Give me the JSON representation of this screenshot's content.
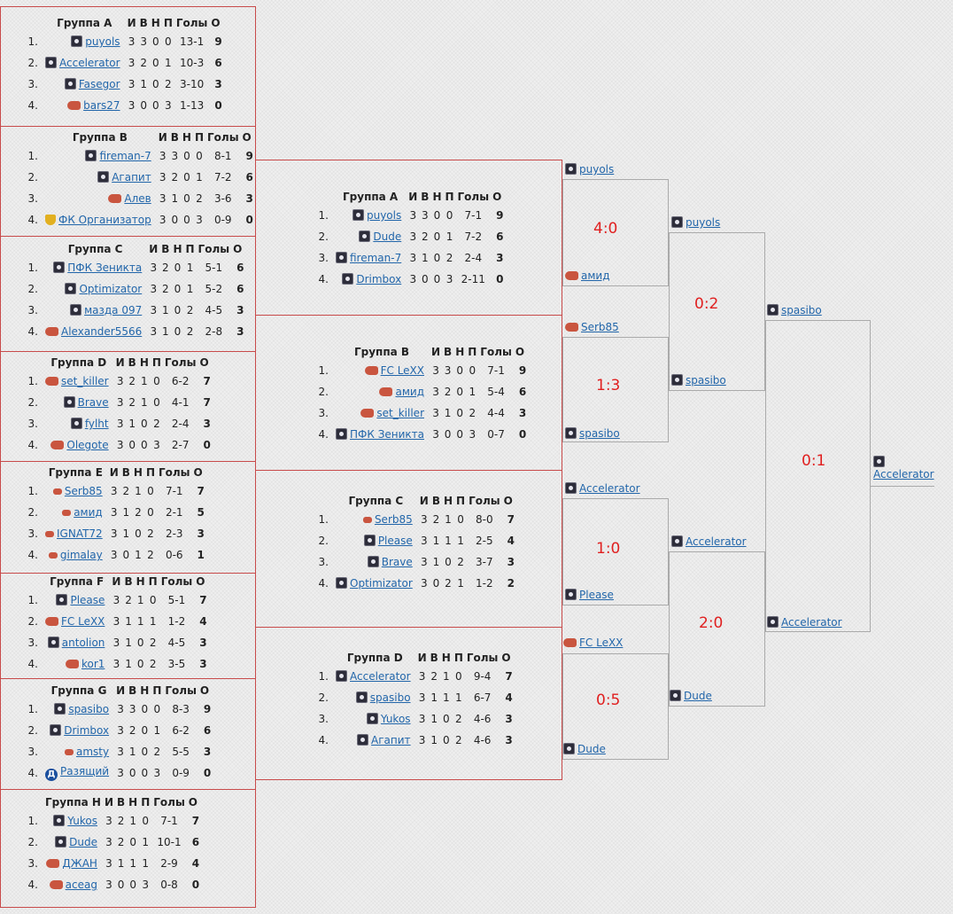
{
  "headers": {
    "pos": "",
    "team": "",
    "played": "И",
    "won": "В",
    "drawn": "Н",
    "lost": "П",
    "goals": "Голы",
    "points": "О"
  },
  "left_groups": [
    {
      "name": "Группа A",
      "rows": [
        {
          "pos": "1.",
          "icon": "ball",
          "team": "puyols",
          "p": "3",
          "w": "3",
          "d": "0",
          "l": "0",
          "g": "13-1",
          "pts": "9"
        },
        {
          "pos": "2.",
          "icon": "ball",
          "team": "Accelerator",
          "p": "3",
          "w": "2",
          "d": "0",
          "l": "1",
          "g": "10-3",
          "pts": "6"
        },
        {
          "pos": "3.",
          "icon": "ball",
          "team": "Fasegor",
          "p": "3",
          "w": "1",
          "d": "0",
          "l": "2",
          "g": "3-10",
          "pts": "3"
        },
        {
          "pos": "4.",
          "icon": "fist",
          "team": "bars27",
          "p": "3",
          "w": "0",
          "d": "0",
          "l": "3",
          "g": "1-13",
          "pts": "0"
        }
      ]
    },
    {
      "name": "Группа B",
      "rows": [
        {
          "pos": "1.",
          "icon": "ball",
          "team": "fireman-7",
          "p": "3",
          "w": "3",
          "d": "0",
          "l": "0",
          "g": "8-1",
          "pts": "9"
        },
        {
          "pos": "2.",
          "icon": "ball",
          "team": "Агапит",
          "p": "3",
          "w": "2",
          "d": "0",
          "l": "1",
          "g": "7-2",
          "pts": "6"
        },
        {
          "pos": "3.",
          "icon": "fist",
          "team": "Алев",
          "p": "3",
          "w": "1",
          "d": "0",
          "l": "2",
          "g": "3-6",
          "pts": "3"
        },
        {
          "pos": "4.",
          "icon": "trophy",
          "team": "ФК Организатор",
          "p": "3",
          "w": "0",
          "d": "0",
          "l": "3",
          "g": "0-9",
          "pts": "0"
        }
      ]
    },
    {
      "name": "Группа C",
      "rows": [
        {
          "pos": "1.",
          "icon": "ball",
          "team": "ПФК Зеникта",
          "p": "3",
          "w": "2",
          "d": "0",
          "l": "1",
          "g": "5-1",
          "pts": "6"
        },
        {
          "pos": "2.",
          "icon": "ball",
          "team": "Optimizator",
          "p": "3",
          "w": "2",
          "d": "0",
          "l": "1",
          "g": "5-2",
          "pts": "6"
        },
        {
          "pos": "3.",
          "icon": "ball",
          "team": "мазда 097",
          "p": "3",
          "w": "1",
          "d": "0",
          "l": "2",
          "g": "4-5",
          "pts": "3"
        },
        {
          "pos": "4.",
          "icon": "fist",
          "team": "Alexander5566",
          "p": "3",
          "w": "1",
          "d": "0",
          "l": "2",
          "g": "2-8",
          "pts": "3"
        }
      ]
    },
    {
      "name": "Группа D",
      "rows": [
        {
          "pos": "1.",
          "icon": "fist",
          "team": "set_killer",
          "p": "3",
          "w": "2",
          "d": "1",
          "l": "0",
          "g": "6-2",
          "pts": "7"
        },
        {
          "pos": "2.",
          "icon": "ball",
          "team": "Brave",
          "p": "3",
          "w": "2",
          "d": "1",
          "l": "0",
          "g": "4-1",
          "pts": "7"
        },
        {
          "pos": "3.",
          "icon": "ball",
          "team": "fylht",
          "p": "3",
          "w": "1",
          "d": "0",
          "l": "2",
          "g": "2-4",
          "pts": "3"
        },
        {
          "pos": "4.",
          "icon": "fist",
          "team": "Olegote",
          "p": "3",
          "w": "0",
          "d": "0",
          "l": "3",
          "g": "2-7",
          "pts": "0"
        }
      ]
    },
    {
      "name": "Группа E",
      "rows": [
        {
          "pos": "1.",
          "icon": "fist-sm",
          "team": "Serb85",
          "p": "3",
          "w": "2",
          "d": "1",
          "l": "0",
          "g": "7-1",
          "pts": "7"
        },
        {
          "pos": "2.",
          "icon": "fist-sm",
          "team": "амид",
          "p": "3",
          "w": "1",
          "d": "2",
          "l": "0",
          "g": "2-1",
          "pts": "5"
        },
        {
          "pos": "3.",
          "icon": "fist-sm",
          "team": "IGNAT72",
          "p": "3",
          "w": "1",
          "d": "0",
          "l": "2",
          "g": "2-3",
          "pts": "3"
        },
        {
          "pos": "4.",
          "icon": "fist-sm",
          "team": "gimalay",
          "p": "3",
          "w": "0",
          "d": "1",
          "l": "2",
          "g": "0-6",
          "pts": "1"
        }
      ]
    },
    {
      "name": "Группа F",
      "rows": [
        {
          "pos": "1.",
          "icon": "ball",
          "team": "Please",
          "p": "3",
          "w": "2",
          "d": "1",
          "l": "0",
          "g": "5-1",
          "pts": "7"
        },
        {
          "pos": "2.",
          "icon": "fist",
          "team": "FC LeXX",
          "p": "3",
          "w": "1",
          "d": "1",
          "l": "1",
          "g": "1-2",
          "pts": "4"
        },
        {
          "pos": "3.",
          "icon": "ball",
          "team": "antolion",
          "p": "3",
          "w": "1",
          "d": "0",
          "l": "2",
          "g": "4-5",
          "pts": "3"
        },
        {
          "pos": "4.",
          "icon": "fist",
          "team": "kor1",
          "p": "3",
          "w": "1",
          "d": "0",
          "l": "2",
          "g": "3-5",
          "pts": "3"
        }
      ]
    },
    {
      "name": "Группа G",
      "rows": [
        {
          "pos": "1.",
          "icon": "ball",
          "team": "spasibo",
          "p": "3",
          "w": "3",
          "d": "0",
          "l": "0",
          "g": "8-3",
          "pts": "9"
        },
        {
          "pos": "2.",
          "icon": "ball",
          "team": "Drimbox",
          "p": "3",
          "w": "2",
          "d": "0",
          "l": "1",
          "g": "6-2",
          "pts": "6"
        },
        {
          "pos": "3.",
          "icon": "fist-sm",
          "team": "amsty",
          "p": "3",
          "w": "1",
          "d": "0",
          "l": "2",
          "g": "5-5",
          "pts": "3"
        },
        {
          "pos": "4.",
          "icon": "dynamo",
          "team": "Разящий",
          "p": "3",
          "w": "0",
          "d": "0",
          "l": "3",
          "g": "0-9",
          "pts": "0"
        }
      ]
    },
    {
      "name": "Группа H",
      "rows": [
        {
          "pos": "1.",
          "icon": "ball",
          "team": "Yukos",
          "p": "3",
          "w": "2",
          "d": "1",
          "l": "0",
          "g": "7-1",
          "pts": "7"
        },
        {
          "pos": "2.",
          "icon": "ball",
          "team": "Dude",
          "p": "3",
          "w": "2",
          "d": "0",
          "l": "1",
          "g": "10-1",
          "pts": "6"
        },
        {
          "pos": "3.",
          "icon": "fist",
          "team": "ДЖАН",
          "p": "3",
          "w": "1",
          "d": "1",
          "l": "1",
          "g": "2-9",
          "pts": "4"
        },
        {
          "pos": "4.",
          "icon": "fist",
          "team": "aceag",
          "p": "3",
          "w": "0",
          "d": "0",
          "l": "3",
          "g": "0-8",
          "pts": "0"
        }
      ]
    }
  ],
  "mid_groups": [
    {
      "name": "Группа A",
      "rows": [
        {
          "pos": "1.",
          "icon": "ball",
          "team": "puyols",
          "p": "3",
          "w": "3",
          "d": "0",
          "l": "0",
          "g": "7-1",
          "pts": "9"
        },
        {
          "pos": "2.",
          "icon": "ball",
          "team": "Dude",
          "p": "3",
          "w": "2",
          "d": "0",
          "l": "1",
          "g": "7-2",
          "pts": "6"
        },
        {
          "pos": "3.",
          "icon": "ball",
          "team": "fireman-7",
          "p": "3",
          "w": "1",
          "d": "0",
          "l": "2",
          "g": "2-4",
          "pts": "3"
        },
        {
          "pos": "4.",
          "icon": "ball",
          "team": "Drimbox",
          "p": "3",
          "w": "0",
          "d": "0",
          "l": "3",
          "g": "2-11",
          "pts": "0"
        }
      ]
    },
    {
      "name": "Группа B",
      "rows": [
        {
          "pos": "1.",
          "icon": "fist",
          "team": "FC LeXX",
          "p": "3",
          "w": "3",
          "d": "0",
          "l": "0",
          "g": "7-1",
          "pts": "9"
        },
        {
          "pos": "2.",
          "icon": "fist",
          "team": "амид",
          "p": "3",
          "w": "2",
          "d": "0",
          "l": "1",
          "g": "5-4",
          "pts": "6"
        },
        {
          "pos": "3.",
          "icon": "fist",
          "team": "set_killer",
          "p": "3",
          "w": "1",
          "d": "0",
          "l": "2",
          "g": "4-4",
          "pts": "3"
        },
        {
          "pos": "4.",
          "icon": "ball",
          "team": "ПФК Зеникта",
          "p": "3",
          "w": "0",
          "d": "0",
          "l": "3",
          "g": "0-7",
          "pts": "0"
        }
      ]
    },
    {
      "name": "Группа C",
      "rows": [
        {
          "pos": "1.",
          "icon": "fist-sm",
          "team": "Serb85",
          "p": "3",
          "w": "2",
          "d": "1",
          "l": "0",
          "g": "8-0",
          "pts": "7"
        },
        {
          "pos": "2.",
          "icon": "ball",
          "team": "Please",
          "p": "3",
          "w": "1",
          "d": "1",
          "l": "1",
          "g": "2-5",
          "pts": "4"
        },
        {
          "pos": "3.",
          "icon": "ball",
          "team": "Brave",
          "p": "3",
          "w": "1",
          "d": "0",
          "l": "2",
          "g": "3-7",
          "pts": "3"
        },
        {
          "pos": "4.",
          "icon": "ball",
          "team": "Optimizator",
          "p": "3",
          "w": "0",
          "d": "2",
          "l": "1",
          "g": "1-2",
          "pts": "2"
        }
      ]
    },
    {
      "name": "Группа D",
      "rows": [
        {
          "pos": "1.",
          "icon": "ball",
          "team": "Accelerator",
          "p": "3",
          "w": "2",
          "d": "1",
          "l": "0",
          "g": "9-4",
          "pts": "7"
        },
        {
          "pos": "2.",
          "icon": "ball",
          "team": "spasibo",
          "p": "3",
          "w": "1",
          "d": "1",
          "l": "1",
          "g": "6-7",
          "pts": "4"
        },
        {
          "pos": "3.",
          "icon": "ball",
          "team": "Yukos",
          "p": "3",
          "w": "1",
          "d": "0",
          "l": "2",
          "g": "4-6",
          "pts": "3"
        },
        {
          "pos": "4.",
          "icon": "ball",
          "team": "Агапит",
          "p": "3",
          "w": "1",
          "d": "0",
          "l": "2",
          "g": "4-6",
          "pts": "3"
        }
      ]
    }
  ],
  "bracket": {
    "teams": [
      {
        "name": "puyols",
        "icon": "ball"
      },
      {
        "name": "амид",
        "icon": "fist"
      },
      {
        "name": "Serb85",
        "icon": "fist"
      },
      {
        "name": "spasibo",
        "icon": "ball"
      },
      {
        "name": "Accelerator",
        "icon": "ball"
      },
      {
        "name": "Please",
        "icon": "ball"
      },
      {
        "name": "FC LeXX",
        "icon": "fist"
      },
      {
        "name": "Dude",
        "icon": "ball"
      },
      {
        "name": "puyols",
        "icon": "ball"
      },
      {
        "name": "spasibo",
        "icon": "ball"
      },
      {
        "name": "Accelerator",
        "icon": "ball"
      },
      {
        "name": "Dude",
        "icon": "ball"
      },
      {
        "name": "spasibo",
        "icon": "ball"
      },
      {
        "name": "Accelerator",
        "icon": "ball"
      },
      {
        "name": "Accelerator",
        "icon": "ball"
      }
    ],
    "scores": [
      "4:0",
      "1:3",
      "1:0",
      "0:5",
      "0:2",
      "2:0",
      "0:1"
    ]
  }
}
